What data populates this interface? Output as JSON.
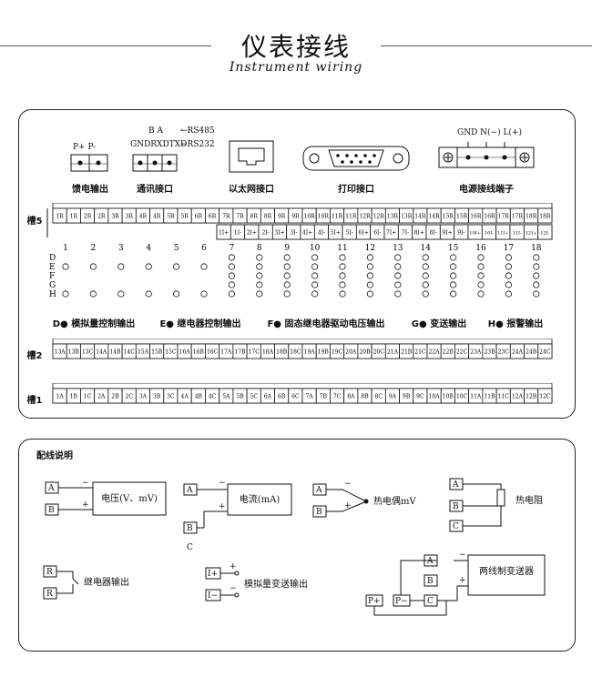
{
  "header": {
    "title": "仪表接线",
    "subtitle": "Instrument wiring"
  },
  "top_connectors": {
    "feed": {
      "pins": "P+  P-",
      "label": "馈电输出"
    },
    "comm": {
      "rs485_pins": "B   A",
      "rs485": "←RS485",
      "rs232_pins": "GNDRXDTXD",
      "rs232": "←RS232",
      "label": "通讯接口"
    },
    "ethernet": {
      "label": "以太网接口"
    },
    "printer": {
      "label": "打印接口"
    },
    "power": {
      "pins": "GND N(−) L(+)",
      "label": "电源接线端子"
    }
  },
  "slot5": {
    "name": "槽5",
    "top_cells": [
      "1R",
      "1R",
      "2R",
      "2R",
      "3R",
      "3R",
      "4R",
      "4R",
      "5R",
      "5R",
      "6R",
      "6R",
      "7R",
      "7R",
      "8R",
      "8R",
      "9R",
      "9R",
      "10R",
      "10R",
      "11R",
      "11R",
      "12R",
      "12R",
      "13R",
      "13R",
      "14R",
      "14R",
      "15R",
      "15R",
      "16R",
      "16R",
      "17R",
      "17R",
      "18R",
      "18R"
    ],
    "bottom_cells": [
      "1I+",
      "1I-",
      "2I+",
      "2I-",
      "3I+",
      "3I-",
      "4I+",
      "4I-",
      "5I+",
      "5I-",
      "6I+",
      "6I-",
      "7I+",
      "7I-",
      "8I+",
      "8I-",
      "9I+",
      "9I-",
      "10I+",
      "10I-",
      "11I+",
      "11I-",
      "12I+",
      "12I-"
    ],
    "channels": [
      "1",
      "2",
      "3",
      "4",
      "5",
      "6",
      "7",
      "8",
      "9",
      "10",
      "11",
      "12",
      "13",
      "14",
      "15",
      "16",
      "17",
      "18"
    ],
    "row_letters": [
      "D",
      "E",
      "F",
      "G",
      "H"
    ]
  },
  "legend": {
    "d": "D● 模拟量控制输出",
    "e": "E● 继电器控制输出",
    "f": "F● 固态继电器驱动电压输出",
    "g": "G● 变送输出",
    "h": "H● 报警输出"
  },
  "slot2": {
    "name": "槽2",
    "cells": [
      "13A",
      "13B",
      "13C",
      "14A",
      "14B",
      "14C",
      "15A",
      "15B",
      "15C",
      "16A",
      "16B",
      "16C",
      "17A",
      "17B",
      "17C",
      "18A",
      "18B",
      "18C",
      "19A",
      "19B",
      "19C",
      "20A",
      "20B",
      "20C",
      "21A",
      "21B",
      "21C",
      "22A",
      "22B",
      "22C",
      "23A",
      "23B",
      "23C",
      "24A",
      "24B",
      "24C"
    ]
  },
  "slot1": {
    "name": "槽1",
    "cells": [
      "1A",
      "1B",
      "1C",
      "2A",
      "2B",
      "2C",
      "3A",
      "3B",
      "3C",
      "4A",
      "4B",
      "4C",
      "5A",
      "5B",
      "5C",
      "6A",
      "6B",
      "6C",
      "7A",
      "7B",
      "7C",
      "8A",
      "8B",
      "8C",
      "9A",
      "9B",
      "9C",
      "10A",
      "10B",
      "10C",
      "11A",
      "11B",
      "11C",
      "12A",
      "12B",
      "12C"
    ]
  },
  "wiring": {
    "title": "配线说明",
    "voltage": {
      "a": "A",
      "b": "B",
      "minus": "−",
      "plus": "+",
      "label": "电压(V、mV)"
    },
    "current": {
      "a": "A",
      "b": "B",
      "c": "C",
      "minus": "−",
      "plus": "+",
      "label": "电流(mA)"
    },
    "thermocouple": {
      "a": "A",
      "b": "B",
      "minus": "−",
      "plus": "+",
      "label": "热电偶mV"
    },
    "rtd": {
      "a": "A",
      "b": "B",
      "c": "C",
      "label": "热电阻"
    },
    "relay": {
      "r1": "R",
      "r2": "R",
      "label": "继电器输出"
    },
    "analog": {
      "ip": "I+",
      "im": "I−",
      "plus": "+",
      "minus": "−",
      "label": "模拟量变送输出"
    },
    "transmitter": {
      "a": "A",
      "b": "B",
      "c": "C",
      "pp": "P+",
      "pm": "P−",
      "minus": "−",
      "plus": "+",
      "label": "两线制变送器"
    }
  }
}
